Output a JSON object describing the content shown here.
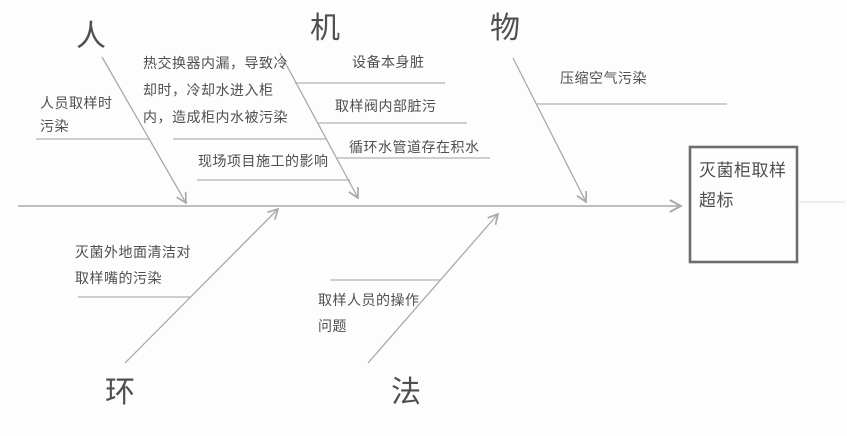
{
  "diagram": {
    "type": "fishbone-cause-effect",
    "effect": {
      "text": "灭菌柜取样超标",
      "lines": [
        "灭菌柜取样",
        "超标"
      ]
    },
    "categories": {
      "person": {
        "label": "人",
        "position": "top"
      },
      "machine": {
        "label": "机",
        "position": "top"
      },
      "material": {
        "label": "物",
        "position": "top"
      },
      "environment": {
        "label": "环",
        "position": "bottom"
      },
      "method": {
        "label": "法",
        "position": "bottom"
      }
    },
    "causes": {
      "person_sampling": {
        "category": "人",
        "text": "人员取样时污染",
        "lines": [
          "人员取样时",
          "污染"
        ]
      },
      "heat_exchanger": {
        "category": "机",
        "text": "热交换器内漏，导致冷却时，冷却水进入柜内，造成柜内水被污染",
        "lines": [
          "热交换器内漏，导致冷",
          "却时，冷却水进入柜",
          "内，造成柜内水被污染"
        ]
      },
      "site_construction": {
        "category": "机",
        "text": "现场项目施工的影响",
        "lines": [
          "现场项目施工的影响"
        ]
      },
      "equipment_dirty": {
        "category": "机",
        "text": "设备本身脏",
        "lines": [
          "设备本身脏"
        ]
      },
      "sampling_valve": {
        "category": "机",
        "text": "取样阀内部脏污",
        "lines": [
          "取样阀内部脏污"
        ]
      },
      "circulating_water": {
        "category": "机",
        "text": "循环水管道存在积水",
        "lines": [
          "循环水管道存在积水"
        ]
      },
      "compressed_air": {
        "category": "物",
        "text": "压缩空气污染",
        "lines": [
          "压缩空气污染"
        ]
      },
      "floor_cleaning": {
        "category": "环",
        "text": "灭菌外地面清洁对取样嘴的污染",
        "lines": [
          "灭菌外地面清洁对",
          "取样嘴的污染"
        ]
      },
      "operator_issue": {
        "category": "法",
        "text": "取样人员的操作问题",
        "lines": [
          "取样人员的操作",
          "问题"
        ]
      }
    },
    "colors": {
      "background": "#fdfdfd",
      "line": "#a9a9a9",
      "cause_line": "#b3b3b3",
      "faint_line": "#dedede",
      "text": "#4f4f4f",
      "box_border": "#6d6d6d"
    }
  }
}
